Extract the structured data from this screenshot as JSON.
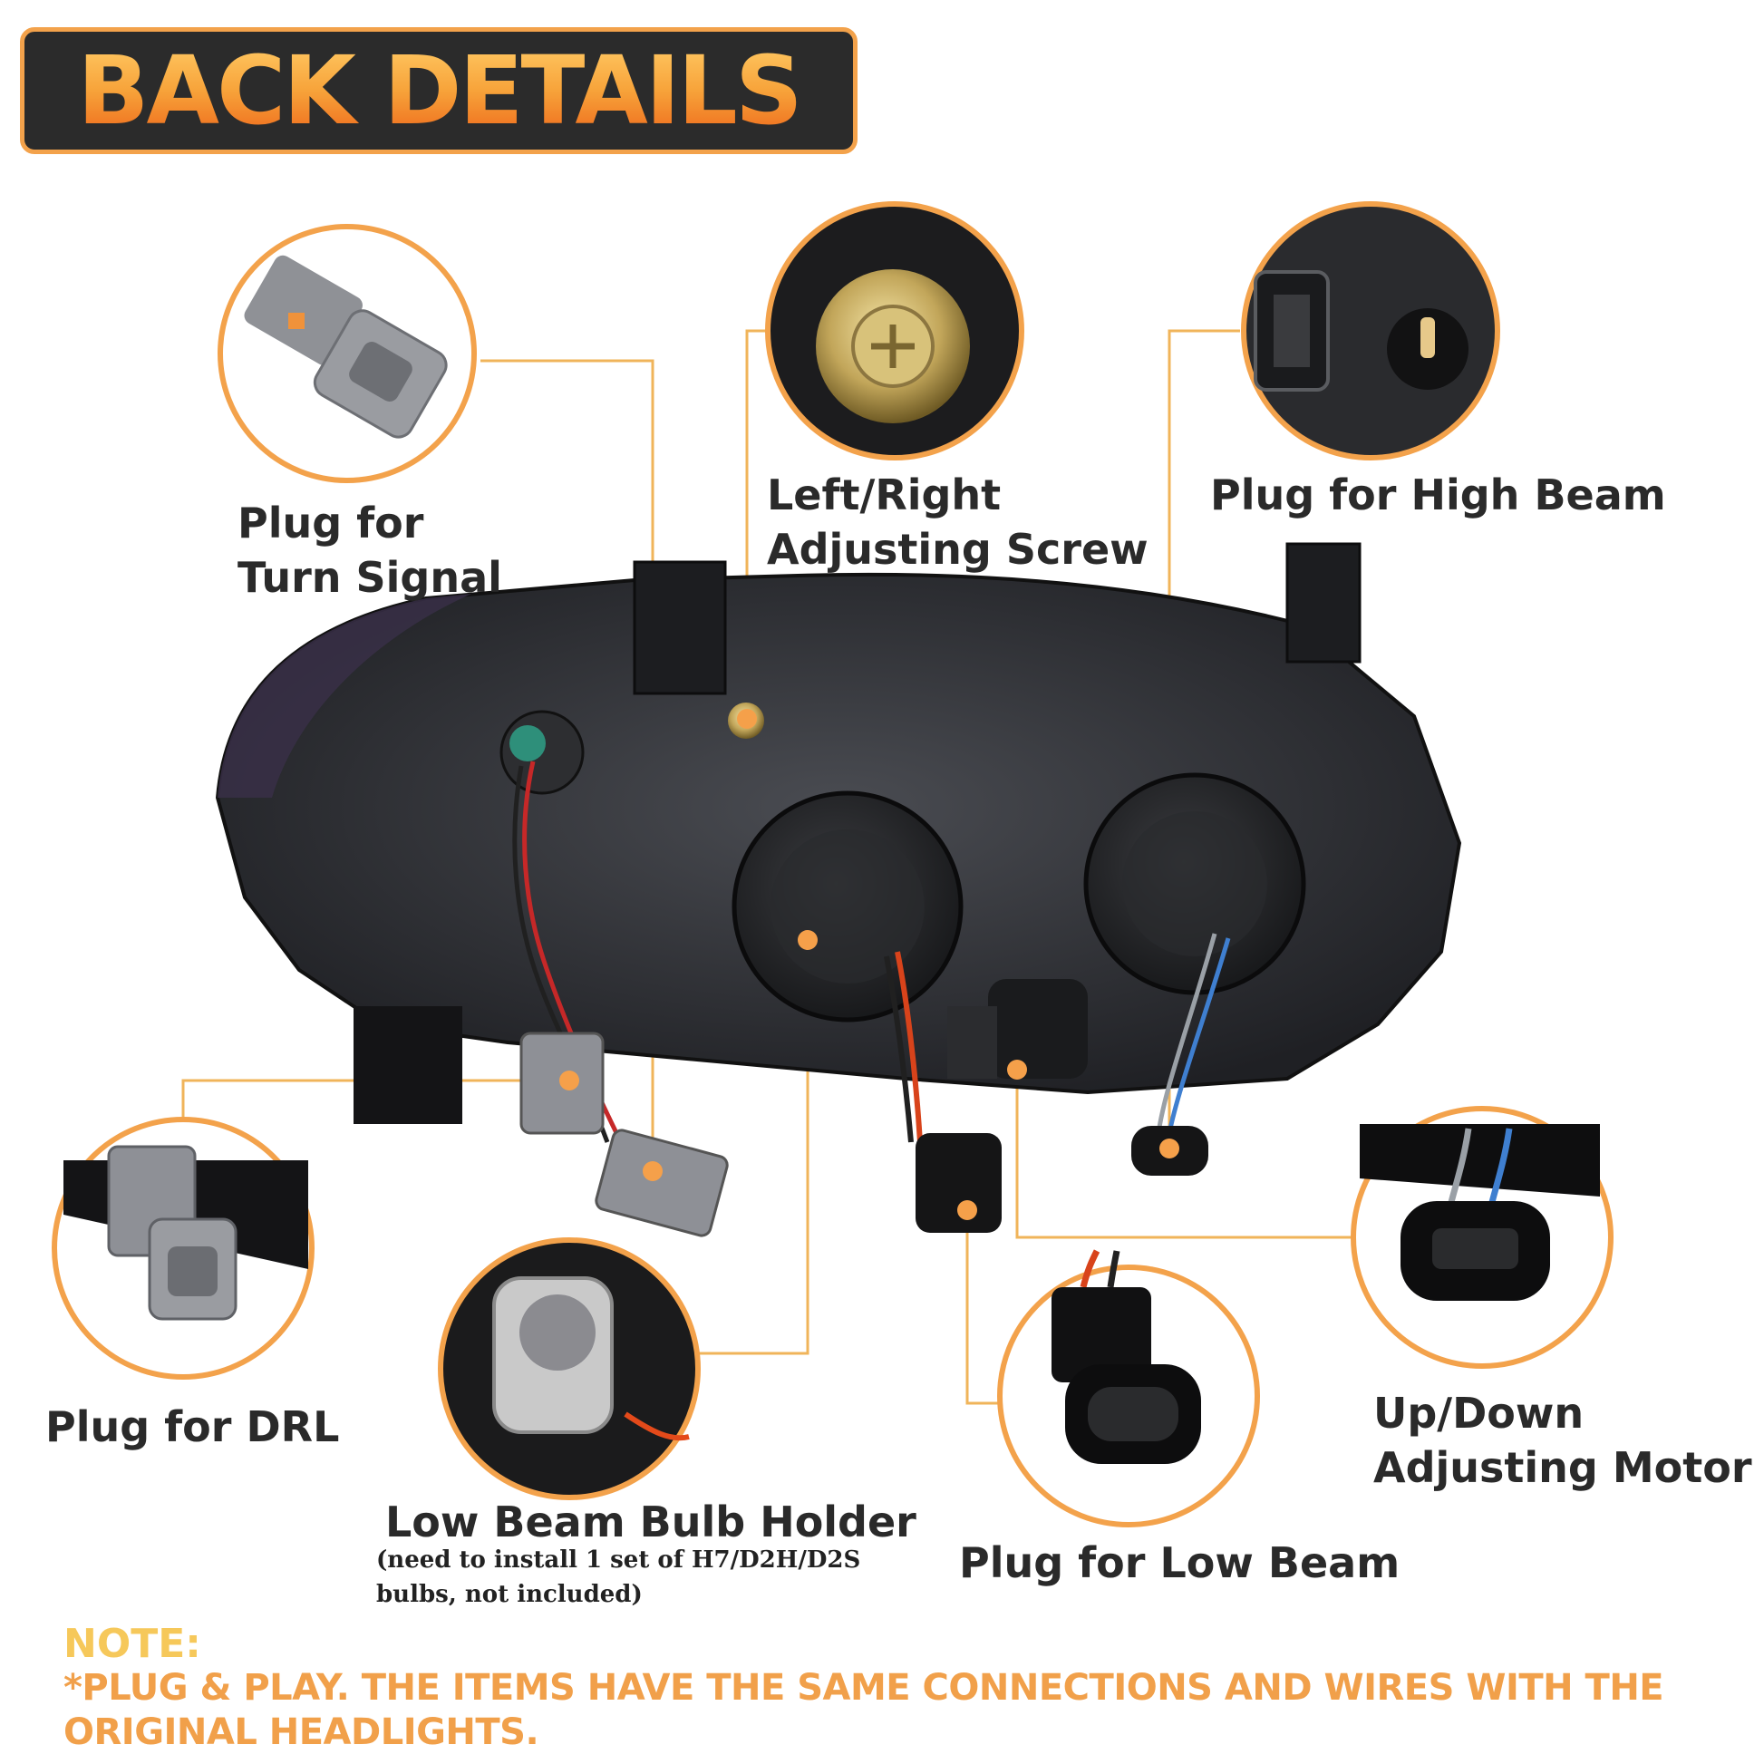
{
  "title": "BACK DETAILS",
  "callouts": {
    "turn_signal": "Plug for\nTurn Signal",
    "adjusting_screw": "Left/Right\nAdjusting Screw",
    "high_beam": "Plug for High Beam",
    "drl": "Plug for DRL",
    "low_beam_holder": "Low Beam Bulb Holder",
    "low_beam_holder_note": "(need to install 1 set of H7/D2H/D2S\nbulbs, not included)",
    "low_beam_plug": "Plug for Low Beam",
    "motor": "Up/Down\nAdjusting Motor"
  },
  "note": {
    "heading": "NOTE:",
    "body": "*PLUG & PLAY. THE ITEMS HAVE THE SAME CONNECTIONS AND WIRES WITH THE ORIGINAL HEADLIGHTS."
  },
  "colors": {
    "accent": "#f3a24b",
    "banner_bg": "#2b2b2b",
    "leader_line": "#f0b45a"
  }
}
